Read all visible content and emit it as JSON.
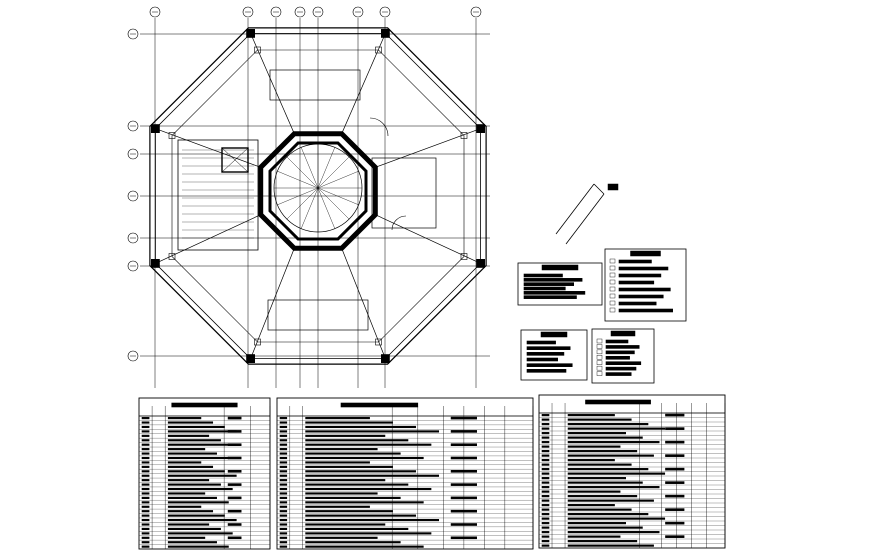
{
  "drawing": {
    "type": "architectural floor plan (CAD line drawing)",
    "shape": "octagonal building with central octagonal core and radial grid",
    "line_color": "#000000",
    "background": "#ffffff",
    "grid_bubble_count_top": 8,
    "grid_bubble_count_left": 6,
    "legends": 4,
    "schedule_tables": 3
  }
}
